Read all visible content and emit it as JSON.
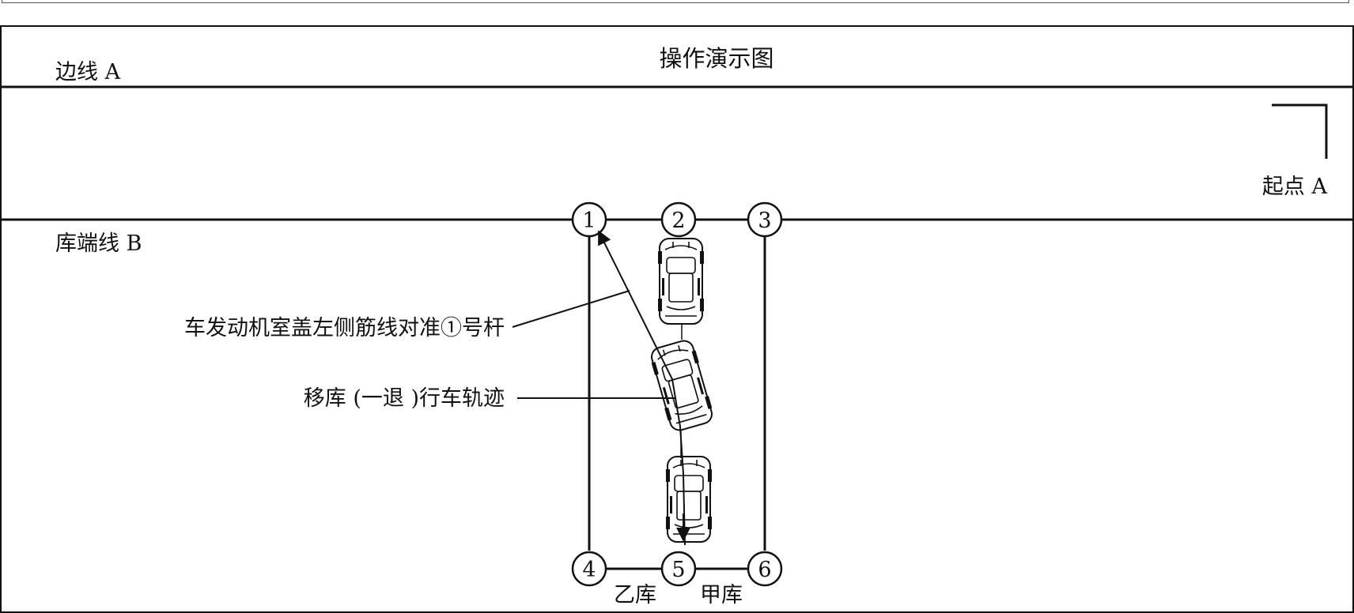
{
  "title": "操作演示图",
  "labels": {
    "side_line": "边线 A",
    "start_point": "起点 A",
    "garage_end_line": "库端线 B",
    "callout_hood": "车发动机室盖左侧筋线对准①号杆",
    "callout_track": "移库 (一退 )行车轨迹",
    "garage_yi": "乙库",
    "garage_jia": "甲库"
  },
  "poles": [
    "1",
    "2",
    "3",
    "4",
    "5",
    "6"
  ],
  "colors": {
    "ink": "#111111",
    "background": "#ffffff"
  }
}
